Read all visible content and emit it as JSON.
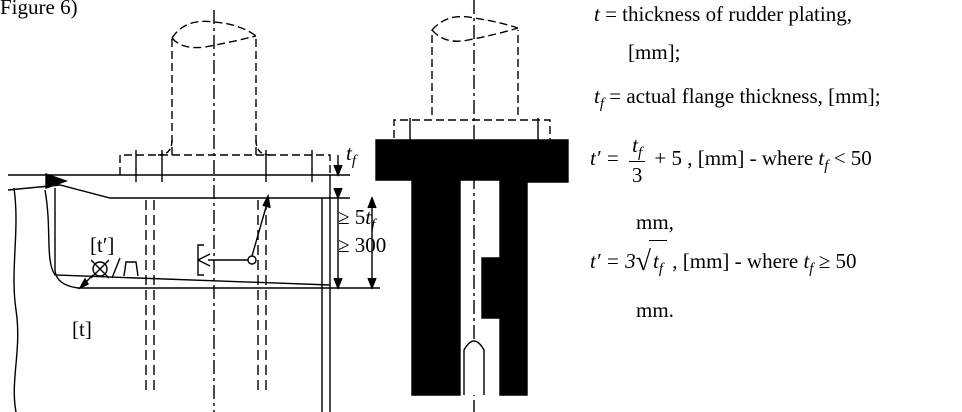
{
  "caption_fragment": "Figure 6)",
  "drawing_labels": {
    "t_prime_bracket": "[t′]",
    "t_bracket": "[t]",
    "tf_symbol": "t",
    "tf_sub": "f",
    "height_line1_prefix": "≥ 5",
    "height_line1_sym": "t",
    "height_line1_sub": "f",
    "height_line2": "≥ 300"
  },
  "legend": {
    "t_def_sym": "t",
    "t_def_text": " = thickness of rudder plating,",
    "t_def_unit": "[mm];",
    "tf_def_sym": "t",
    "tf_def_sub": "f",
    "tf_def_text": " = actual flange thickness, [mm];",
    "eq1_lhs": "t′ =",
    "eq1_num_sym": "t",
    "eq1_num_sub": "f",
    "eq1_den": "3",
    "eq1_rest": "+ 5 , [mm] - where",
    "eq1_cond_sym": "t",
    "eq1_cond_sub": "f",
    "eq1_cond": " < 50",
    "eq1_unit": "mm,",
    "eq2_lhs": "t′ = 3",
    "eq2_rad_sym": "t",
    "eq2_rad_sub": "f",
    "eq2_rest": ", [mm] - where",
    "eq2_cond_sym": "t",
    "eq2_cond_sub": "f",
    "eq2_cond": " ≥ 50",
    "eq2_unit": "mm."
  }
}
